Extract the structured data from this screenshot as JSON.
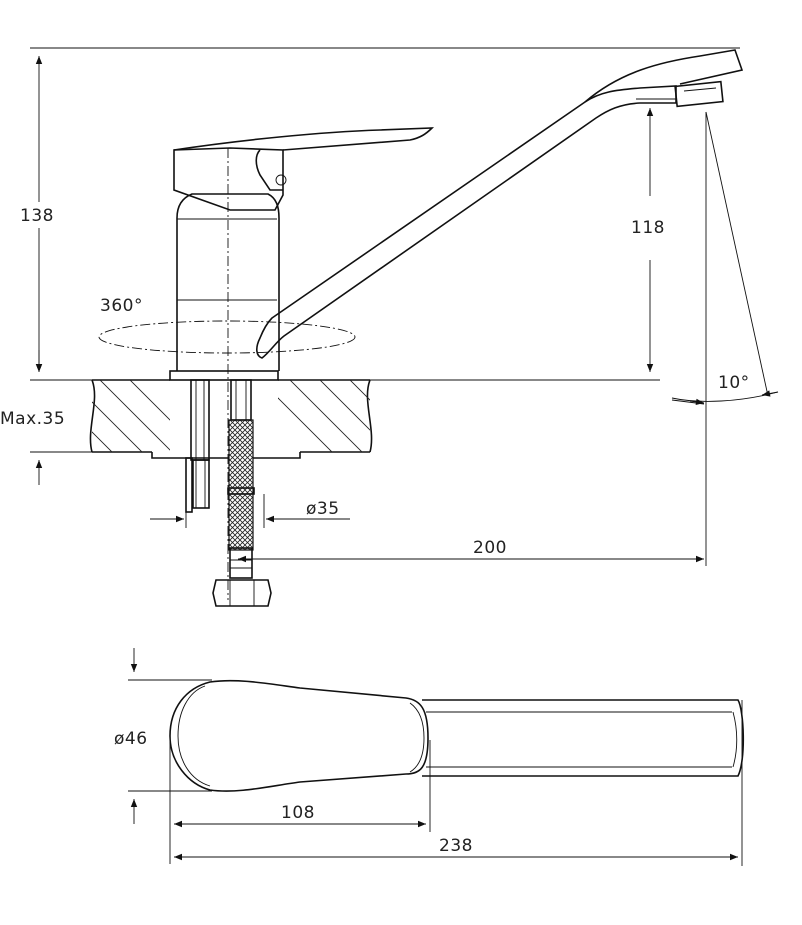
{
  "side_view": {
    "dimensions": {
      "total_height": "138",
      "spout_height": "118",
      "rotation": "360°",
      "max_thickness": "Max.35",
      "hole_diameter": "ø35",
      "reach": "200",
      "aerator_angle": "10°"
    }
  },
  "top_view": {
    "dimensions": {
      "body_diameter": "ø46",
      "handle_length": "108",
      "total_length": "238"
    }
  }
}
